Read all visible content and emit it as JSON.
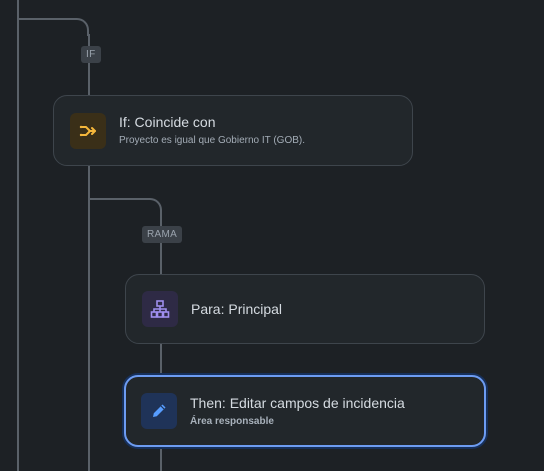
{
  "flow": {
    "if_badge": "IF",
    "branch_badge": "RAMA",
    "if_node": {
      "title": "If: Coincide con",
      "subtitle": "Proyecto es igual que Gobierno IT (GOB).",
      "icon": "branch-icon",
      "icon_color": "#f5b73b"
    },
    "for_node": {
      "title": "Para: Principal",
      "icon": "hierarchy-icon",
      "icon_color": "#9f8fef"
    },
    "then_node": {
      "title": "Then: Editar campos de incidencia",
      "subtitle": "Área responsable",
      "icon": "pencil-icon",
      "icon_color": "#579dff",
      "selected": true
    }
  },
  "colors": {
    "background": "#1d2125",
    "connector": "#5a6169",
    "selected_border": "#6d9cf2"
  }
}
